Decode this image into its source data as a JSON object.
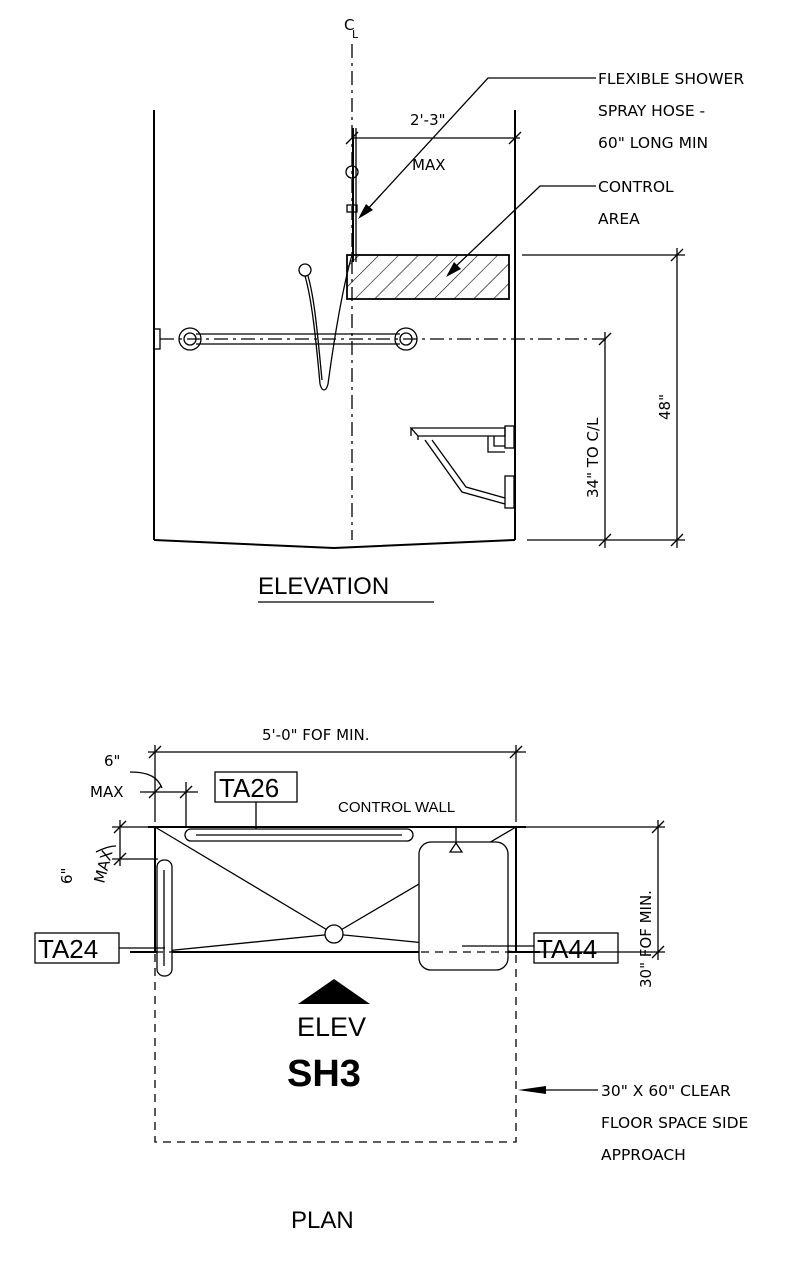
{
  "elevation": {
    "centerline_symbol": "C",
    "centerline_sub": "L",
    "hose_note": [
      "FLEXIBLE SHOWER",
      "SPRAY HOSE -",
      "60\" LONG MIN"
    ],
    "control_note": [
      "CONTROL",
      "AREA"
    ],
    "dim_offset": "2'-3\"",
    "dim_offset_max": "MAX",
    "dim_grab_bar": "34\" TO C/L",
    "dim_control_height": "48\"",
    "title": "ELEVATION"
  },
  "plan": {
    "dim_width": "5'-0\" FOF MIN.",
    "dim_top_offset": "6\"",
    "dim_top_offset_max": "MAX",
    "dim_side_offset": "6\"",
    "dim_side_offset_max": "MAX",
    "tag_back_bar": "TA26",
    "control_wall": "CONTROL WALL",
    "tag_side_bar": "TA24",
    "tag_seat": "TA44",
    "dim_depth": "30\" FOF MIN.",
    "elev_marker": "ELEV",
    "unit_id": "SH3",
    "clear_floor_note": [
      "30\" X 60\" CLEAR",
      "FLOOR SPACE SIDE",
      "APPROACH"
    ],
    "title": "PLAN"
  }
}
